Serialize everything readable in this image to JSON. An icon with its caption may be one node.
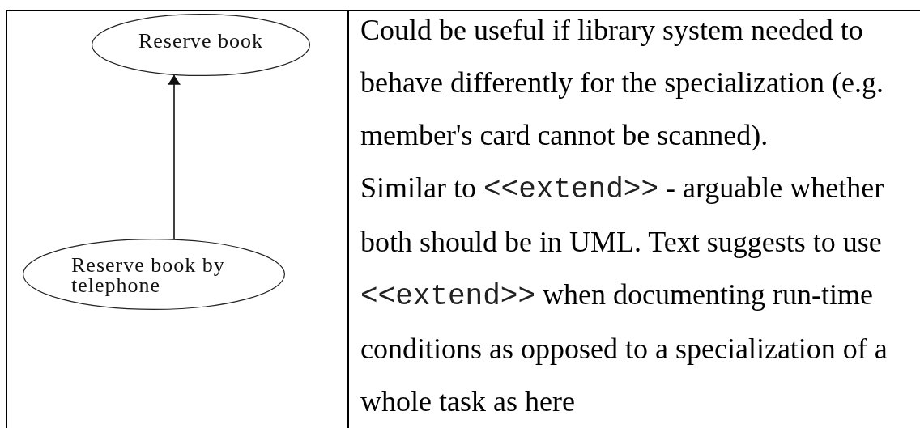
{
  "diagram": {
    "nodes": [
      {
        "text": [
          "Reserve book"
        ]
      },
      {
        "text": [
          "Reserve book by telephone"
        ]
      }
    ],
    "edges": [
      {
        "from": 1,
        "to": 0,
        "arrow": "to"
      }
    ],
    "labels": [
      "Could be useful if library system needed to behave differently for the specialization (e.g. member's card cannot be scanned).",
      "Similar to <<extend>> - arguable whether both should be in UML. Text suggests to use <<extend>> when documenting run-time conditions as opposed to a specialization of a whole task as here"
    ]
  }
}
